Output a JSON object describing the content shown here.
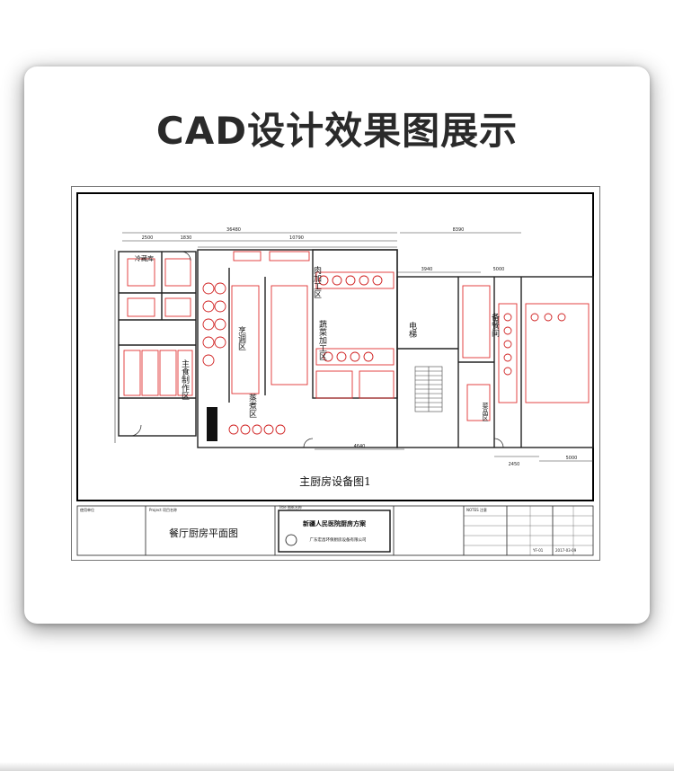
{
  "header": {
    "title": "CAD设计效果图展示"
  },
  "drawing": {
    "caption": "主厨房设备图1",
    "rooms": {
      "meat": "肉加工区",
      "veg": "蔬菜加工区",
      "cooking": "烹调区",
      "steam": "蒸煮区",
      "staple": "主食制作区",
      "serving": "备餐间",
      "freezer": "冷藏库",
      "elevator": "电梯",
      "veg_sel": "菜品区"
    },
    "dims": {
      "overall": "36480",
      "left_a": "2500",
      "left_b": "1830",
      "mid": "10790",
      "right": "8390",
      "sub_a": "3940",
      "sub_b": "5000",
      "bottom_a": "4640",
      "bottom_b": "2450",
      "bottom_c": "5000"
    }
  },
  "title_block": {
    "label_user": "使用单位",
    "label_project": "Project 项目名称",
    "drawing_title": "餐厅厨房平面图",
    "label_scheme": "Title 图纸名称",
    "scheme_title": "新疆人民医院厨房方案",
    "company": "广东宏昌环保厨房设备有限公司",
    "notes_label": "NOTES 注意",
    "date": "2017-03-09",
    "sheet_no": "YF-01"
  }
}
